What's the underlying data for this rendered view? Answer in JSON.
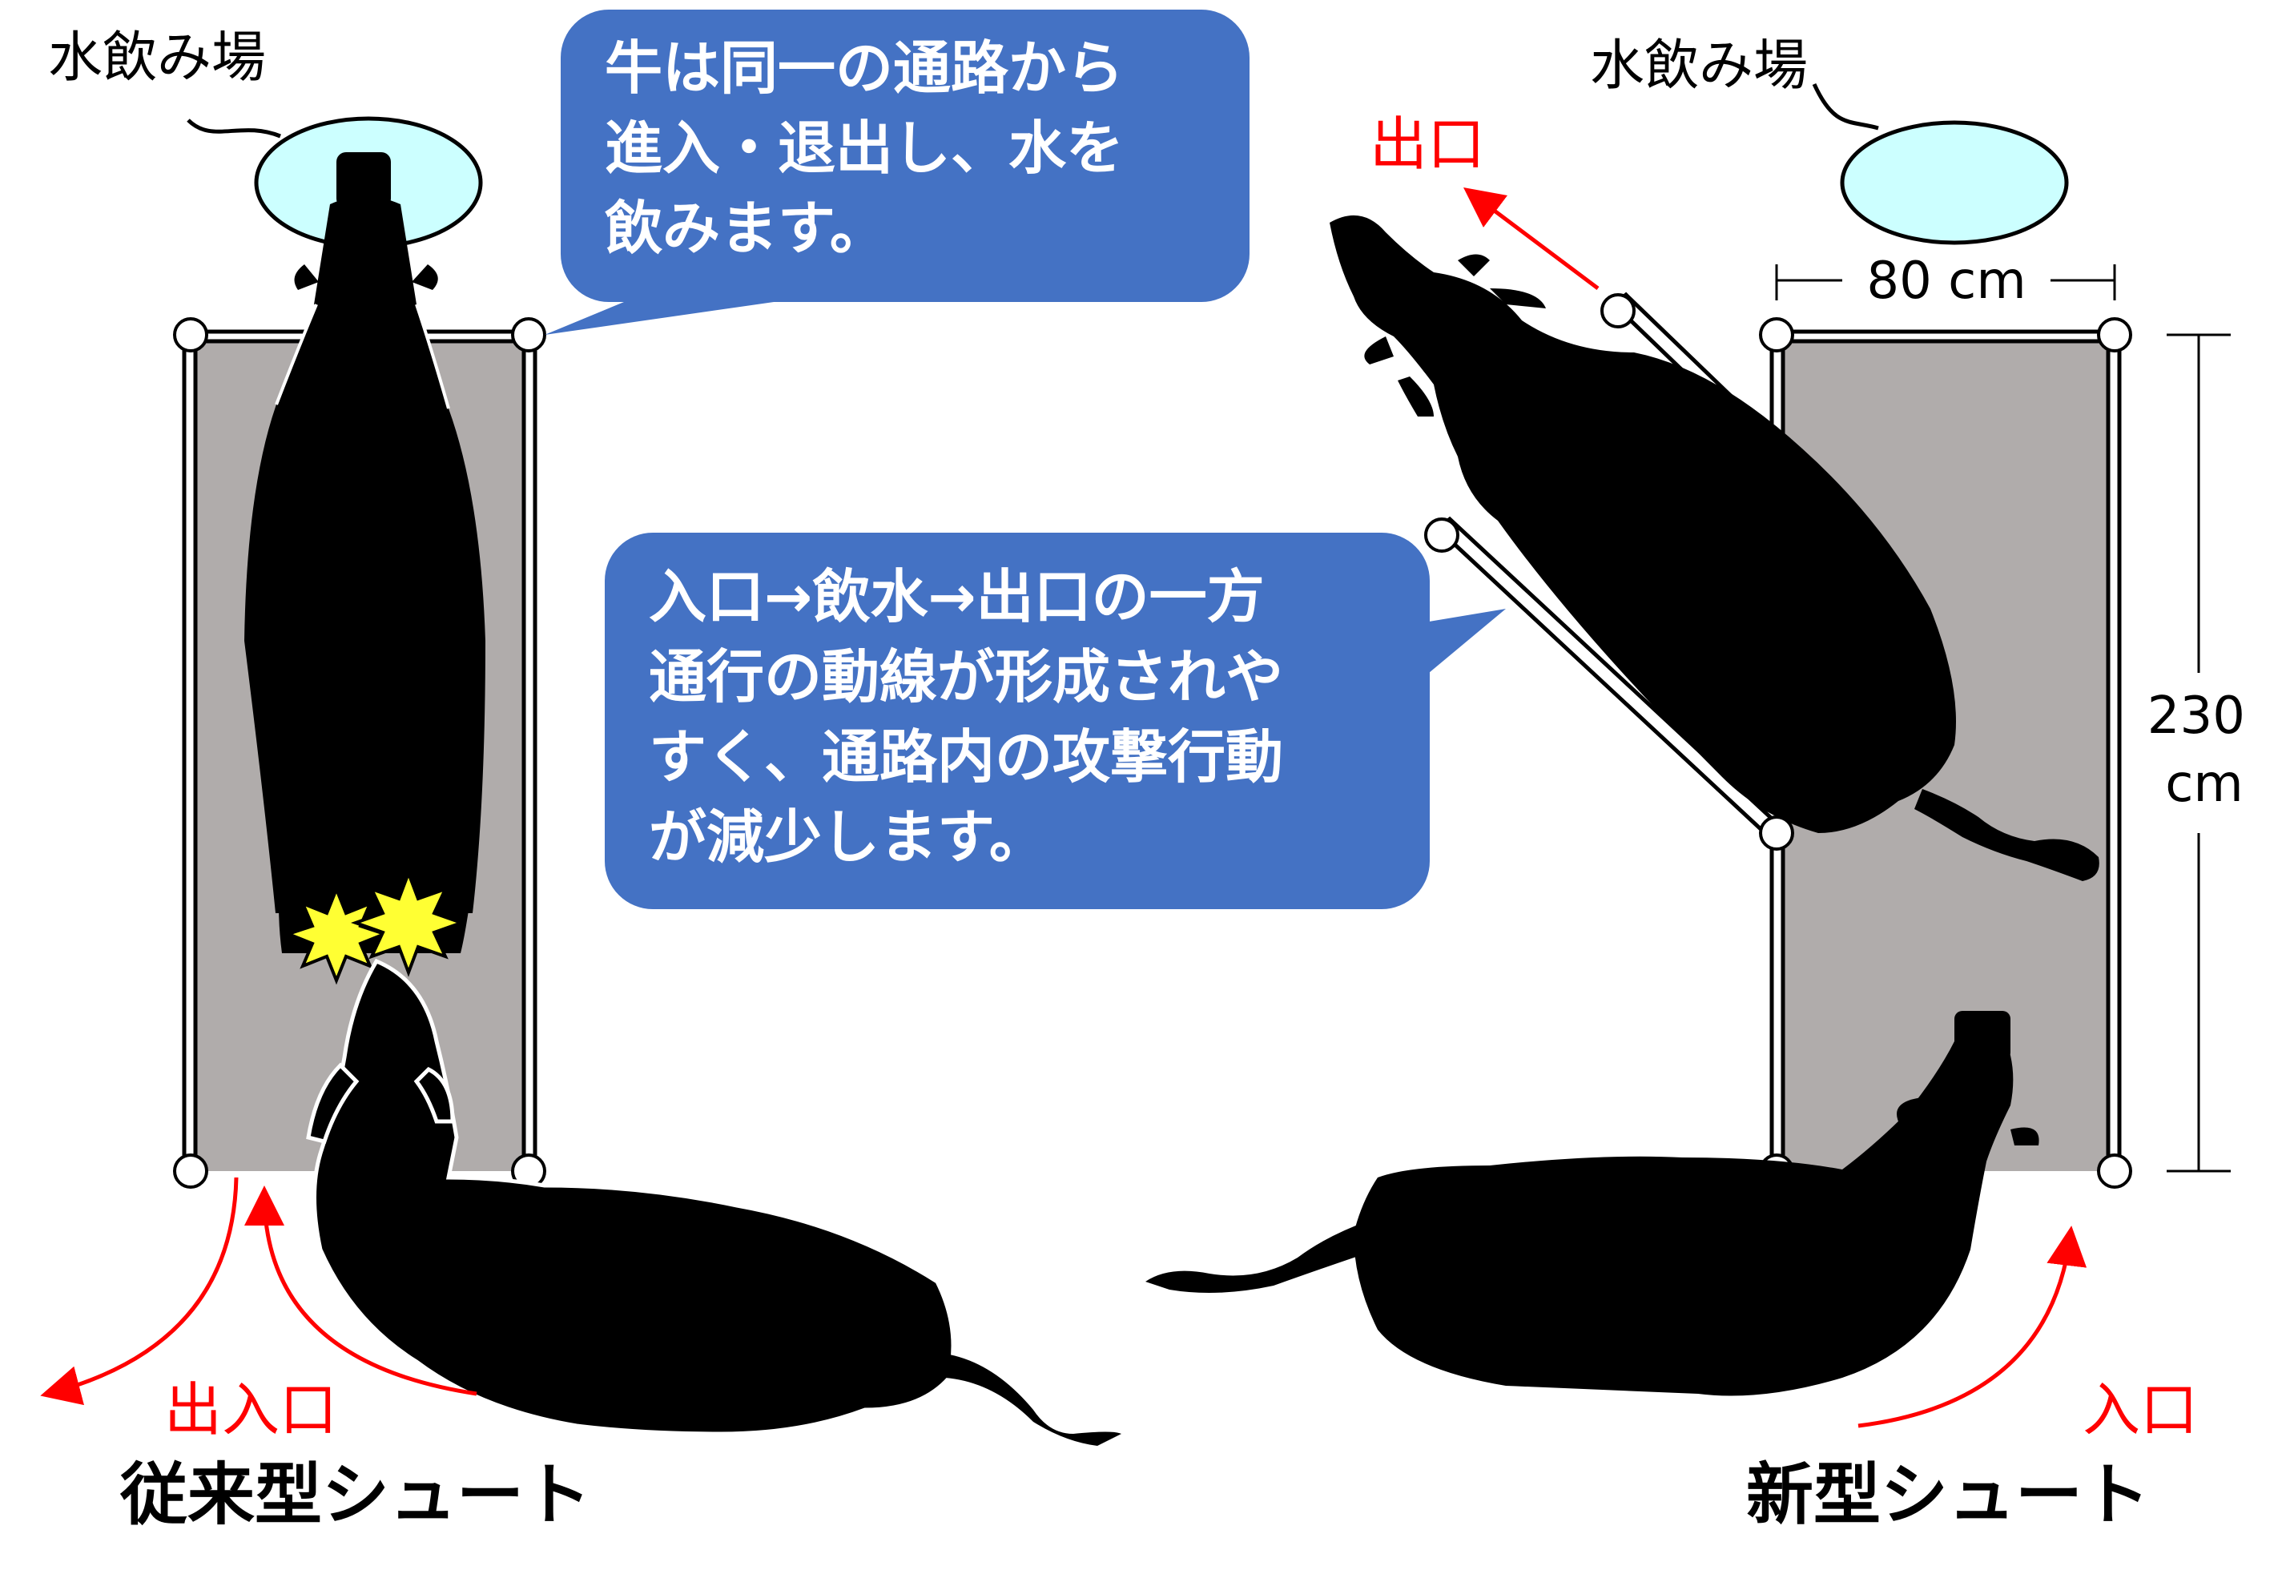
{
  "diagram": {
    "left": {
      "water_label": "水飲み場",
      "bubble_lines": [
        "牛は同一の通路から",
        "進入・退出し、水を",
        "飲みます。"
      ],
      "entrance_exit_label": "出入口",
      "caption": "従来型シュート"
    },
    "right": {
      "water_label": "水飲み場",
      "exit_label": "出口",
      "entrance_label": "入口",
      "width_label": "80 cm",
      "length_label_value": "230",
      "length_label_unit": "cm",
      "caption": "新型シュート",
      "bubble_lines": [
        "入口→飲水→出口の一方",
        "通行の動線が形成されや",
        "すく、通路内の攻撃行動",
        "が減少します。"
      ]
    },
    "colors": {
      "chute_floor": "#b0acab",
      "water": "#ccffff",
      "bubble": "#4472c4",
      "arrow": "#ff0000",
      "clash": "#ffff33",
      "cattle": "#000000"
    }
  }
}
